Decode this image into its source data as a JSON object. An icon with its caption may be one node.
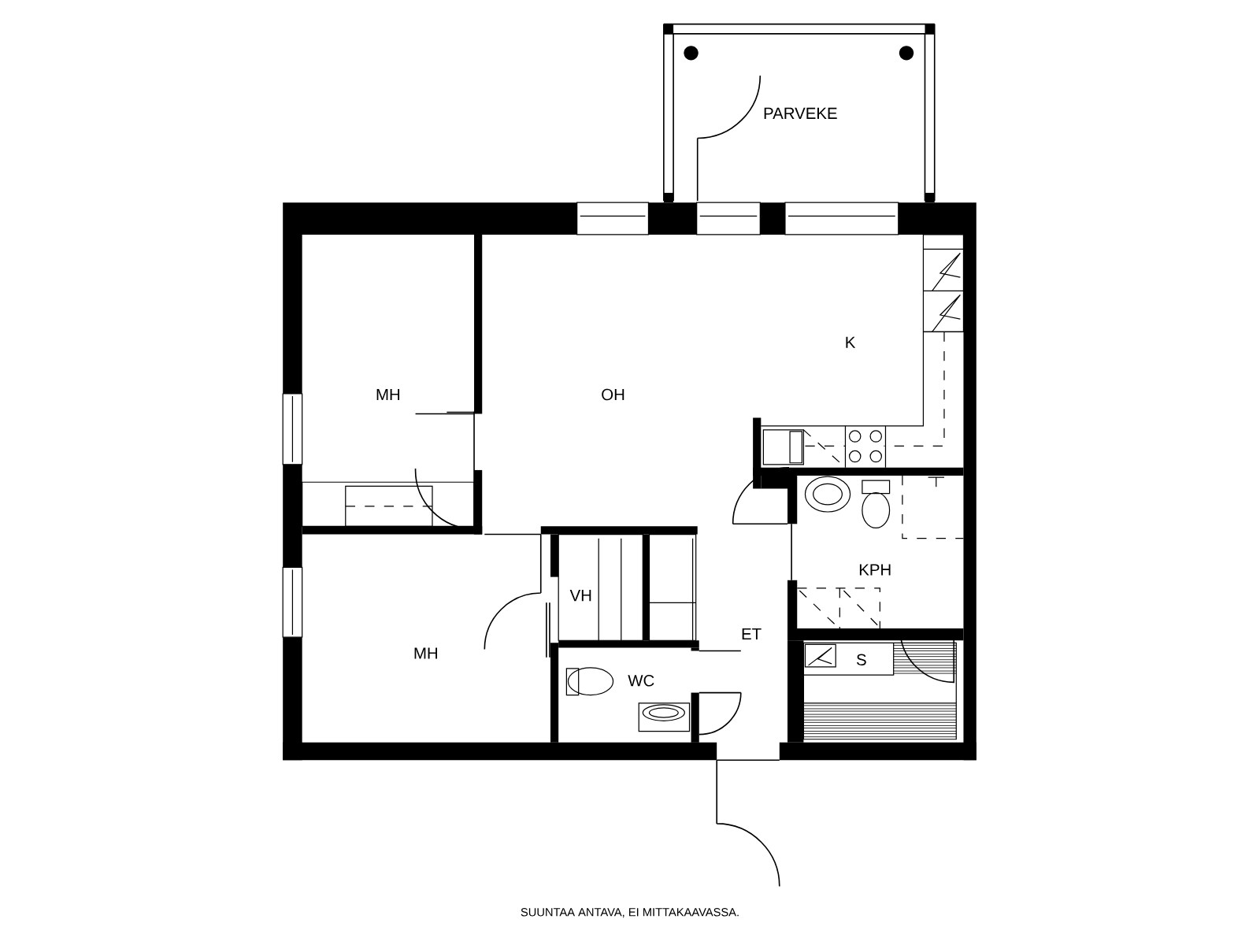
{
  "diagram": {
    "caption": "SUUNTAA ANTAVA, EI MITTAKAAVASSA.",
    "labels": [
      "PARVEKE",
      "K",
      "MH",
      "OH",
      "KPH",
      "VH",
      "ET",
      "MH",
      "S",
      "WC"
    ]
  }
}
